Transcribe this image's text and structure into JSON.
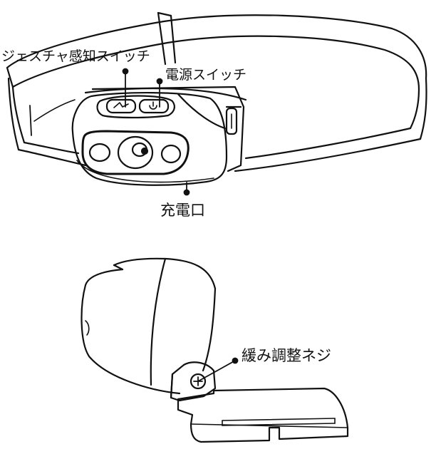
{
  "labels": {
    "gesture_switch": "ジェスチャ感知スイッチ",
    "power_switch": "電源スイッチ",
    "charging_port": "充電口",
    "loosen_screw": "緩み調整ネジ"
  },
  "colors": {
    "line": "#111111",
    "background": "#ffffff"
  },
  "icons": {
    "gesture_button": "hand-wave-icon",
    "power_button": "power-icon"
  }
}
